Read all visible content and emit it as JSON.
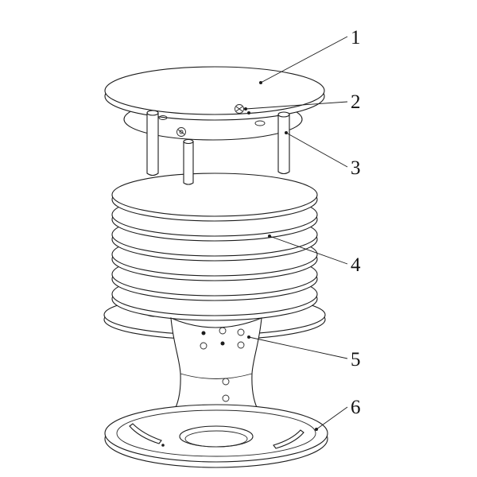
{
  "figure": {
    "callouts": [
      {
        "label": "1"
      },
      {
        "label": "2"
      },
      {
        "label": "3"
      },
      {
        "label": "4"
      },
      {
        "label": "5"
      },
      {
        "label": "6"
      }
    ]
  },
  "colors": {
    "background": "#ffffff",
    "line": "#1c1c1c"
  }
}
